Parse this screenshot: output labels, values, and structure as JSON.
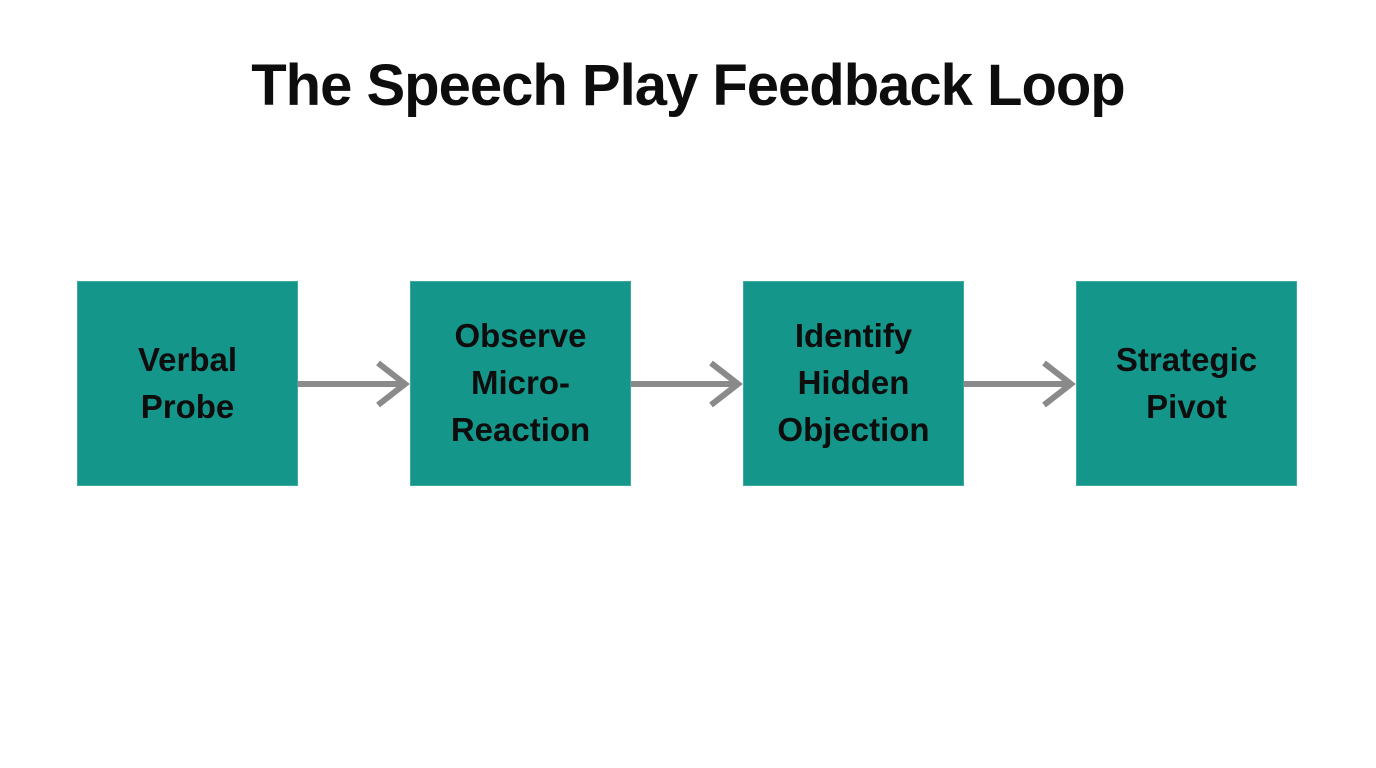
{
  "title": "The Speech Play Feedback Loop",
  "steps": [
    {
      "label": "Verbal\nProbe"
    },
    {
      "label": "Observe\nMicro-\nReaction"
    },
    {
      "label": "Identify\nHidden\nObjection"
    },
    {
      "label": "Strategic\nPivot"
    }
  ],
  "connectors": [
    {
      "from": "Verbal Probe",
      "to": "Observe Micro-Reaction",
      "icon": "right-arrow-icon"
    },
    {
      "from": "Observe Micro-Reaction",
      "to": "Identify Hidden Objection",
      "icon": "right-arrow-icon"
    },
    {
      "from": "Identify Hidden Objection",
      "to": "Strategic Pivot",
      "icon": "right-arrow-icon"
    }
  ],
  "colors": {
    "background": "#ffffff",
    "box_fill": "#14968a",
    "box_text": "#0d0d0d",
    "title_text": "#0d0d0d",
    "arrow": "#8a8a8a"
  }
}
